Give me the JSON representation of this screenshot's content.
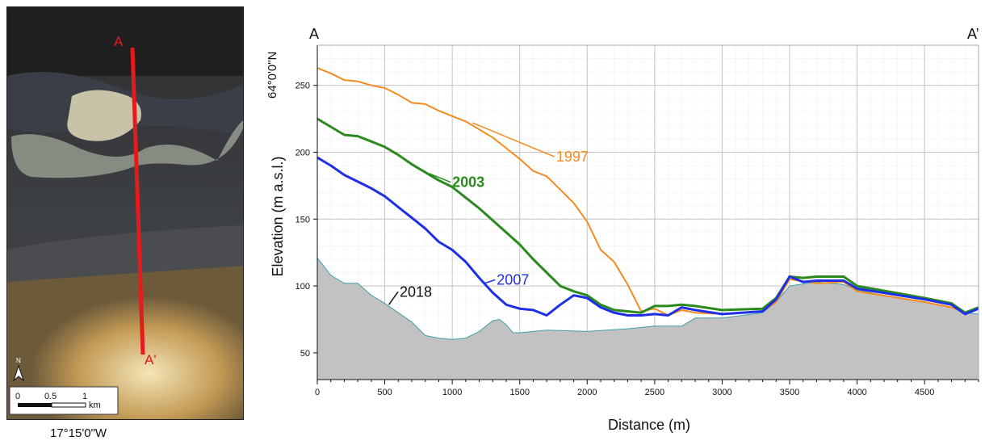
{
  "map": {
    "section_start_label": "A",
    "section_end_label": "A'",
    "latitude_label": "64°0'0\"N",
    "longitude_label": "17°15'0\"W",
    "scalebar": {
      "ticks": [
        "0",
        "0.5",
        "1"
      ],
      "unit": "km"
    },
    "north_arrow_letter": "N",
    "section_line_color": "#e41a1c"
  },
  "chart_data": {
    "type": "area",
    "corner_labels": {
      "left": "A",
      "right": "A’"
    },
    "xlabel": "Distance (m)",
    "ylabel": "Elevation (m a.s.l.)",
    "xlim": [
      0,
      4900
    ],
    "ylim": [
      30,
      280
    ],
    "xticks": [
      0,
      500,
      1000,
      1500,
      2000,
      2500,
      3000,
      3500,
      4000,
      4500
    ],
    "yticks": [
      50,
      100,
      150,
      200,
      250
    ],
    "grid": true,
    "series": [
      {
        "name": "2018",
        "color": "#9e9e9e",
        "line_color": "#3f9fa8",
        "style": "area",
        "x": [
          0,
          100,
          200,
          300,
          400,
          500,
          600,
          700,
          800,
          900,
          1000,
          1100,
          1200,
          1300,
          1350,
          1400,
          1450,
          1500,
          1700,
          2000,
          2300,
          2500,
          2700,
          2800,
          3000,
          3300,
          3400,
          3500,
          3700,
          3900,
          4000,
          4200,
          4500,
          4700,
          4800,
          4900
        ],
        "y": [
          121,
          108,
          102,
          102,
          93,
          87,
          80,
          73,
          63,
          61,
          60,
          61,
          66,
          74,
          75,
          71,
          65,
          65,
          67,
          66,
          68,
          70,
          70,
          76,
          76,
          80,
          88,
          100,
          103,
          101,
          97,
          93,
          88,
          84,
          80,
          79
        ]
      },
      {
        "name": "1997",
        "color": "#f58a1f",
        "style": "line",
        "x": [
          0,
          100,
          200,
          300,
          400,
          500,
          600,
          700,
          800,
          900,
          1000,
          1100,
          1200,
          1300,
          1400,
          1500,
          1600,
          1700,
          1800,
          1900,
          2000,
          2100,
          2200,
          2300,
          2400,
          2500,
          2600,
          2700,
          2800,
          3000,
          3300,
          3400,
          3500,
          3700,
          3900,
          4000,
          4500,
          4700,
          4800,
          4900
        ],
        "y": [
          263,
          259,
          254,
          253,
          250,
          248,
          243,
          237,
          236,
          231,
          227,
          223,
          217,
          211,
          203,
          195,
          186,
          182,
          172,
          162,
          148,
          127,
          118,
          101,
          81,
          83,
          78,
          82,
          80,
          79,
          81,
          88,
          105,
          102,
          103,
          96,
          88,
          84,
          80,
          83
        ]
      },
      {
        "name": "2003",
        "color": "#2a8a1e",
        "style": "line",
        "x": [
          0,
          100,
          200,
          300,
          400,
          500,
          600,
          700,
          800,
          900,
          1000,
          1100,
          1200,
          1300,
          1400,
          1500,
          1600,
          1700,
          1800,
          1900,
          2000,
          2100,
          2200,
          2300,
          2400,
          2500,
          2600,
          2700,
          2800,
          3000,
          3300,
          3400,
          3500,
          3600,
          3700,
          3900,
          4000,
          4500,
          4700,
          4800,
          4900
        ],
        "y": [
          225,
          219,
          213,
          212,
          208,
          204,
          198,
          191,
          185,
          179,
          174,
          166,
          158,
          149,
          140,
          131,
          120,
          110,
          100,
          96,
          93,
          86,
          82,
          81,
          80,
          85,
          85,
          86,
          85,
          82,
          83,
          91,
          107,
          106,
          107,
          107,
          100,
          91,
          87,
          80,
          84
        ]
      },
      {
        "name": "2007",
        "color": "#1f2fe6",
        "style": "line",
        "x": [
          0,
          100,
          200,
          300,
          400,
          500,
          600,
          700,
          800,
          900,
          1000,
          1100,
          1200,
          1300,
          1400,
          1500,
          1600,
          1700,
          1800,
          1900,
          2000,
          2100,
          2200,
          2300,
          2400,
          2500,
          2600,
          2700,
          2800,
          3000,
          3300,
          3400,
          3500,
          3600,
          3700,
          3900,
          4000,
          4500,
          4700,
          4800,
          4900
        ],
        "y": [
          196,
          190,
          183,
          178,
          173,
          167,
          159,
          151,
          143,
          133,
          127,
          118,
          106,
          95,
          86,
          83,
          82,
          78,
          86,
          93,
          91,
          84,
          80,
          78,
          78,
          79,
          78,
          84,
          82,
          79,
          81,
          90,
          107,
          103,
          104,
          104,
          98,
          90,
          86,
          79,
          83
        ]
      }
    ],
    "annotations": [
      {
        "series": "1997",
        "text": "1997",
        "x": 1770,
        "y": 193,
        "bold": false,
        "point_x": 1150,
        "point_y": 222,
        "color": "#f58a1f"
      },
      {
        "series": "2003",
        "text": "2003",
        "x": 1000,
        "y": 174,
        "bold": true,
        "point_x": 830,
        "point_y": 184,
        "color": "#2a8a1e"
      },
      {
        "series": "2007",
        "text": "2007",
        "x": 1330,
        "y": 101,
        "bold": false,
        "point_x": 1240,
        "point_y": 102,
        "color": "#1f2fe6"
      },
      {
        "series": "2018",
        "text": "2018",
        "x": 610,
        "y": 92,
        "bold": false,
        "point_x": 530,
        "point_y": 86,
        "color": "#111111"
      }
    ]
  }
}
